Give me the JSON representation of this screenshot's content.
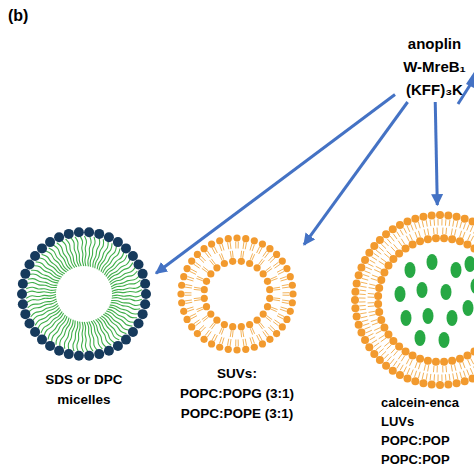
{
  "diagram": {
    "nodes": [
      {
        "text": [
          "anoplin",
          "W-MreB₁",
          "(KFF)₃K"
        ]
      },
      {
        "text": [
          "SDS or DPC micelles"
        ]
      },
      {
        "text": [
          "SUVs:",
          "POPC:POPG (3:1)",
          "POPC:POPE (3:1)"
        ]
      },
      {
        "text": [
          "calcein-enca",
          "LUVs",
          "POPC:POP",
          "POPC:POP"
        ]
      }
    ],
    "edges": [
      {
        "from": 0,
        "to": 1,
        "arrow": "to"
      },
      {
        "from": 0,
        "to": 2,
        "arrow": "to"
      },
      {
        "from": 0,
        "to": 3,
        "arrow": "to"
      }
    ],
    "labels": [
      "(b)"
    ]
  }
}
